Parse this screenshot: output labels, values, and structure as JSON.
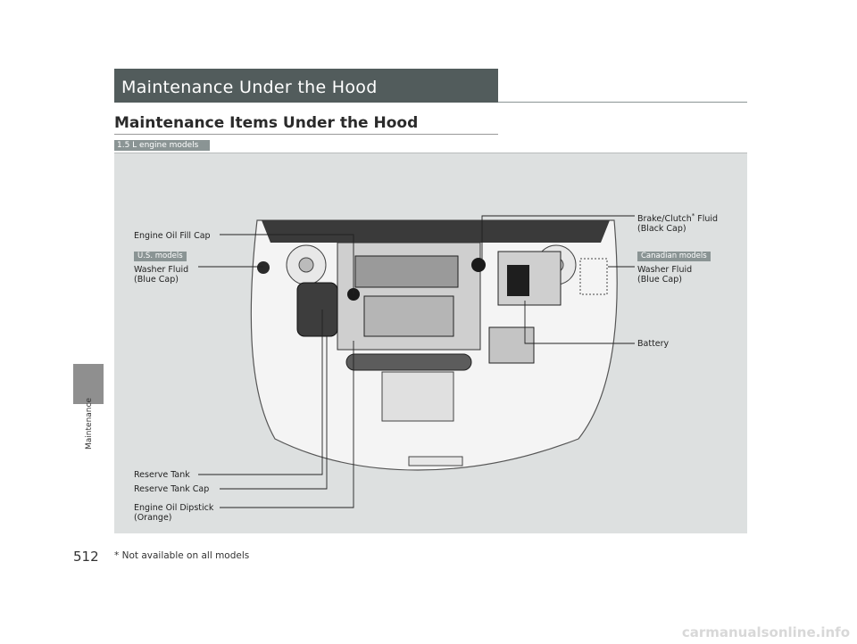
{
  "page": {
    "number": "512",
    "side_label": "Maintenance",
    "header_title": "Maintenance Under the Hood",
    "section_title": "Maintenance Items Under the Hood",
    "engine_tag": "1.5 L engine models",
    "footnote": "* Not available on all models",
    "watermark": "carmanualsonline.info"
  },
  "figure": {
    "labels": {
      "engine_oil_fill_cap": "Engine Oil Fill Cap",
      "us_models_tag": "U.S. models",
      "washer_fluid_left_1": "Washer Fluid",
      "washer_fluid_left_2": "(Blue Cap)",
      "brake_clutch_1a": "Brake/Clutch",
      "brake_clutch_star": "*",
      "brake_clutch_1b": " Fluid",
      "brake_clutch_2": "(Black Cap)",
      "canadian_models_tag": "Canadian models",
      "washer_fluid_right_1": "Washer Fluid",
      "washer_fluid_right_2": "(Blue Cap)",
      "battery": "Battery",
      "reserve_tank": "Reserve Tank",
      "reserve_tank_cap": "Reserve Tank Cap",
      "engine_oil_dipstick_1": "Engine Oil Dipstick",
      "engine_oil_dipstick_2": "(Orange)"
    }
  }
}
